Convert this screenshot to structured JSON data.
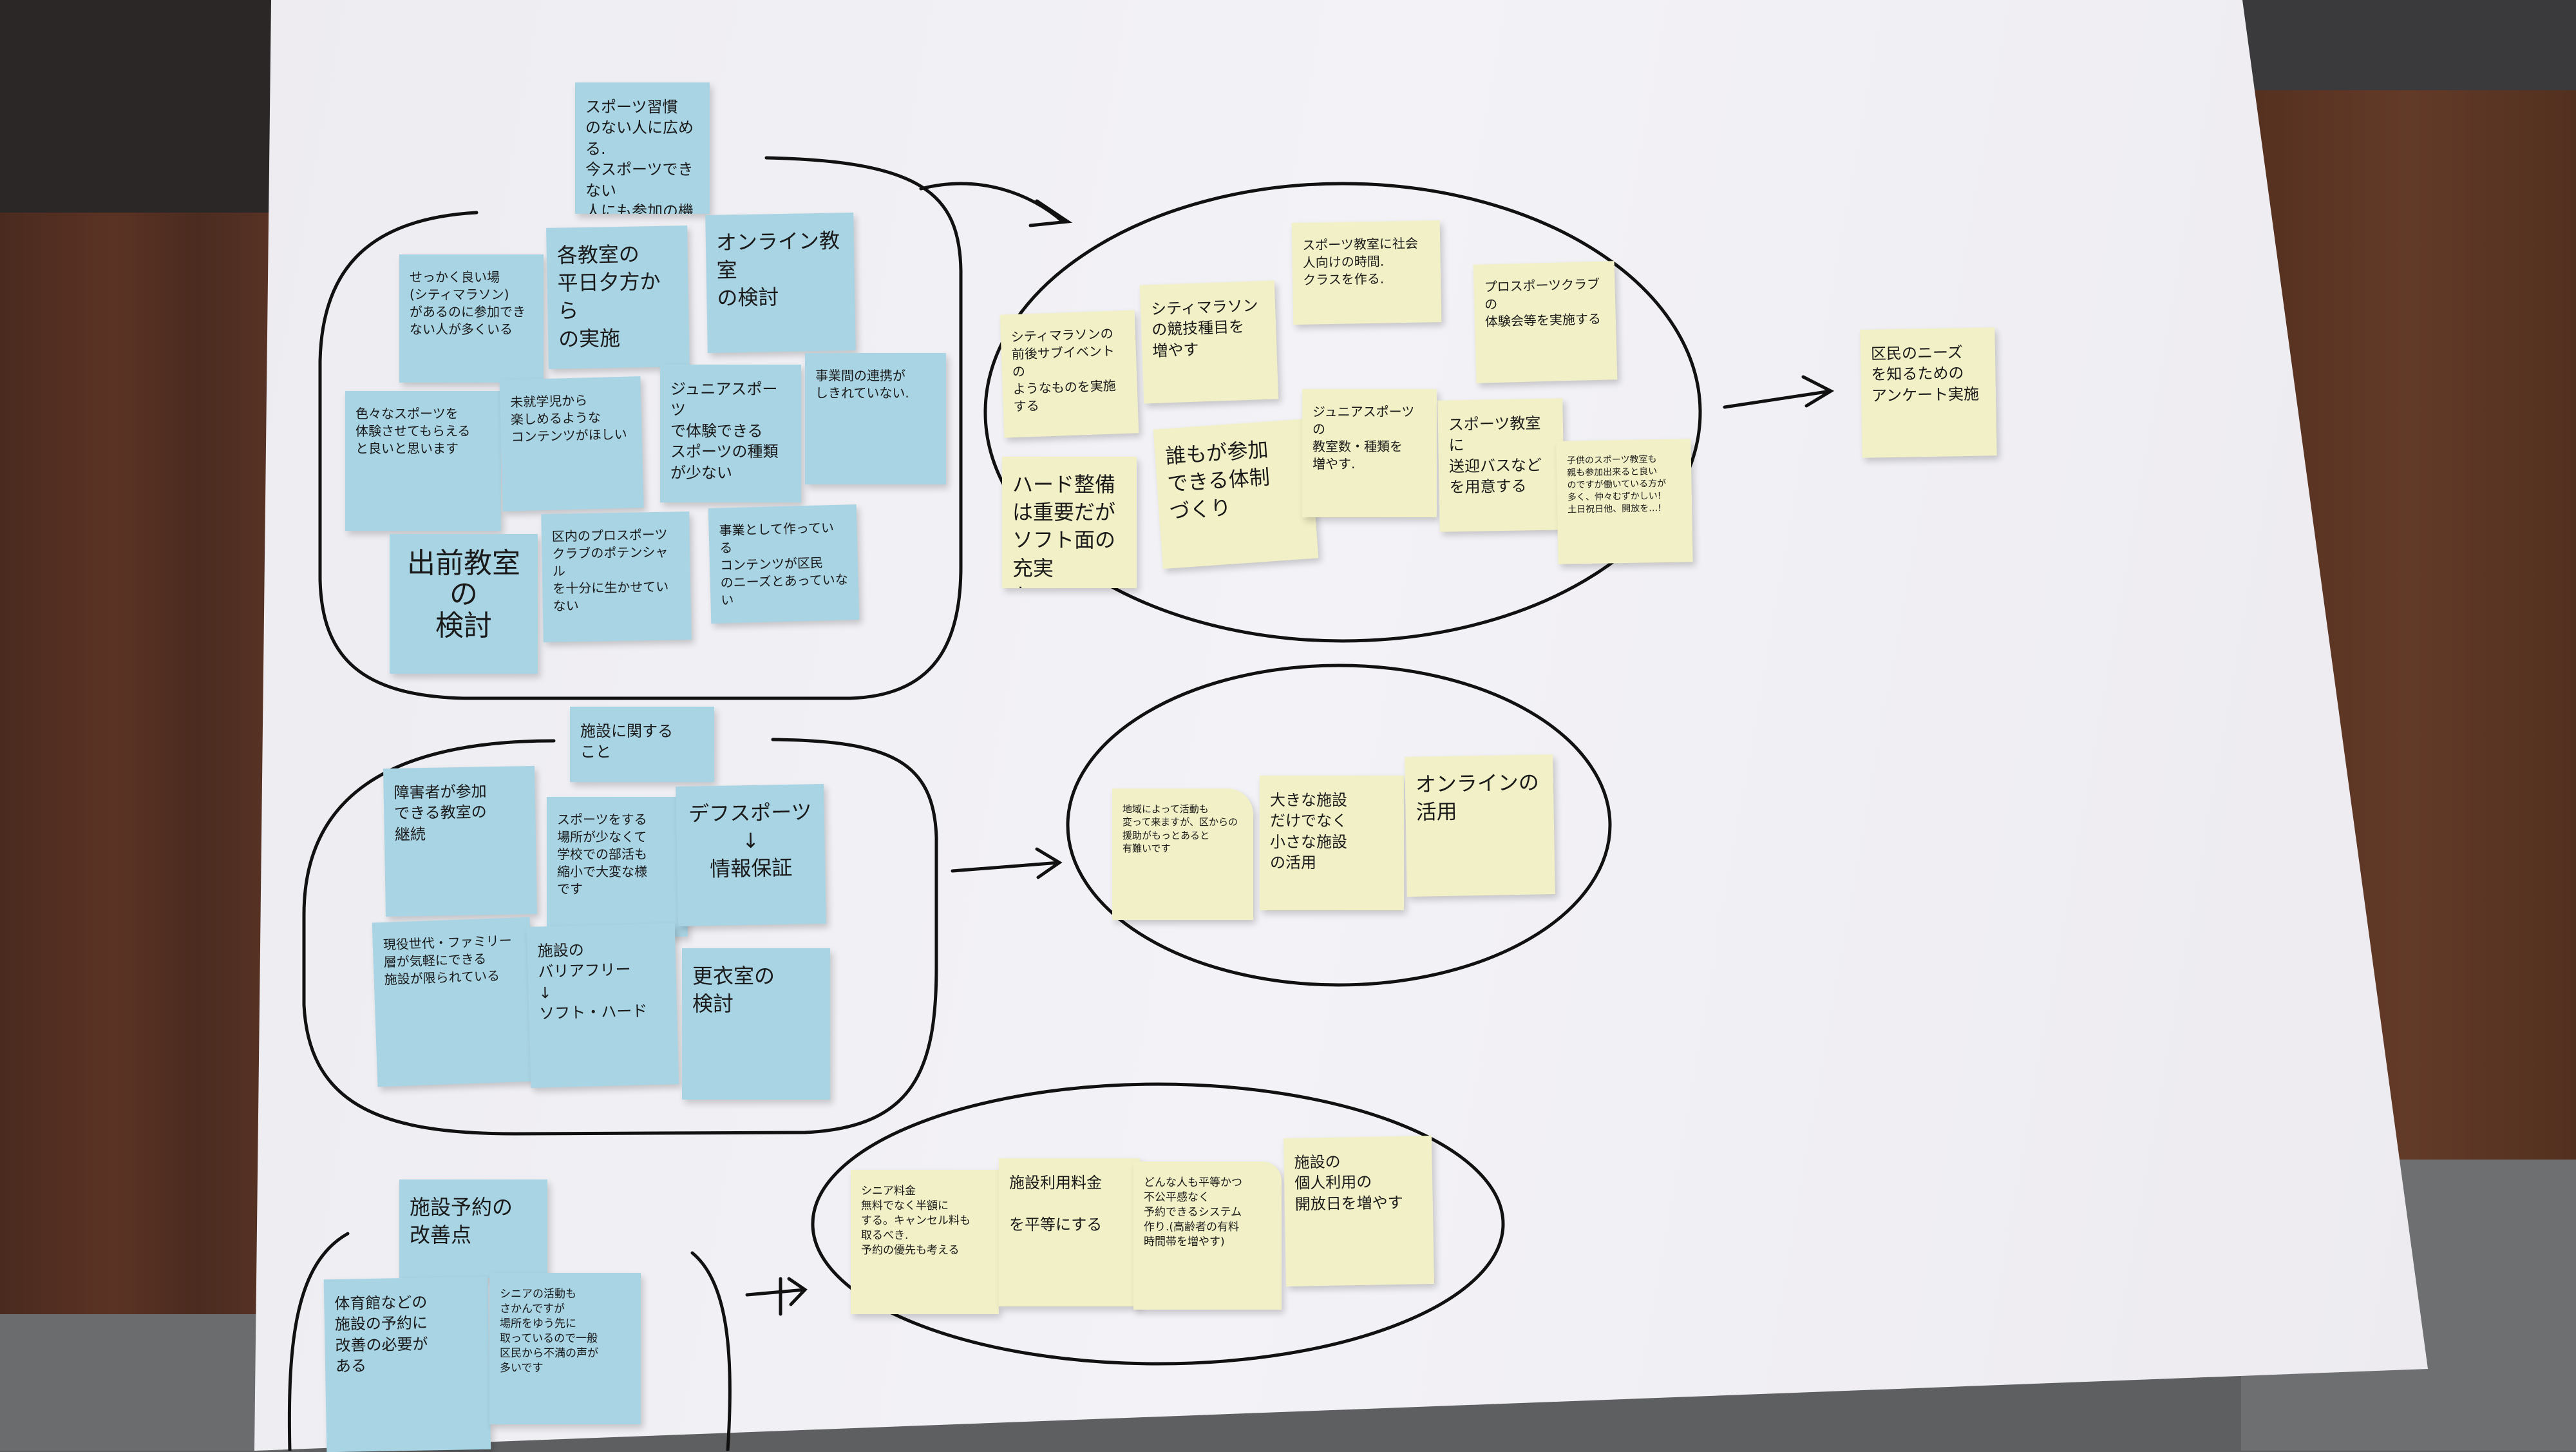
{
  "colors": {
    "blue_note": "#a9d4e4",
    "yellow_note": "#f2f0c6",
    "paper": "#f0eff3",
    "ink": "#1a1a1a",
    "wood": "#5b3324"
  },
  "group1": {
    "header": "スポーツ習慣\nのない人に広める.\n今スポーツできない\n人にも参加の機会\nを作る.",
    "issues": [
      "せっかく良い場\n(シティマラソン)\nがあるのに参加でき\nない人が多くいる",
      "各教室の\n平日夕方から\nの実施",
      "オンライン教室\nの検討",
      "色々なスポーツを\n体験させてもらえる\nと良いと思います",
      "未就学児から\n楽しめるような\nコンテンツがほしい",
      "ジュニアスポーツ\nで体験できる\nスポーツの種類\nが少ない",
      "事業間の連携が\nしきれていない.",
      "出前教室\nの\n検討",
      "区内のプロスポーツ\nクラブのポテンシャル\nを十分に生かせていない",
      "事業として作っている\nコンテンツが区民\nのニーズとあっていない"
    ],
    "ideas": [
      "シティマラソンの\n前後サブイベントの\nようなものを実施する",
      "シティマラソン\nの競技種目を\n増やす",
      "スポーツ教室に社会\n人向けの時間.\nクラスを作る.",
      "プロスポーツクラブの\n体験会等を実施する",
      "ハード整備\nは重要だが\nソフト面の充実\nも……",
      "誰もが参加\nできる体制\nづくり",
      "ジュニアスポーツの\n教室数・種類を\n増やす.",
      "スポーツ教室に\n送迎バスなど\nを用意する",
      "子供のスポーツ教室も\n親も参加出来ると良い\nのですが働いている方が\n多く、仲々むずかしい!\n土日祝日他、開放を…!"
    ]
  },
  "survey": "区民のニーズ\nを知るための\nアンケート実施",
  "group2": {
    "header": "施設に関する\nこと",
    "issues": [
      "障害者が参加\nできる教室の\n継続",
      "スポーツをする\n場所が少なくて\n学校での部活も\n縮小で大変な様\nです",
      "デフスポーツ\n↓\n情報保証",
      "現役世代・ファミリー\n層が気軽にできる\n施設が限られている",
      "施設の\nバリアフリー\n↓\nソフト・ハード",
      "更衣室の\n検討"
    ],
    "ideas": [
      "地域によって活動も\n変って来ますが、区からの\n援助がもっとあると\n有難いです",
      "大きな施設\nだけでなく\n小さな施設\nの活用",
      "オンラインの\n活用"
    ]
  },
  "group3": {
    "header": "施設予約の\n改善点",
    "issues": [
      "体育館などの\n施設の予約に\n改善の必要が\nある",
      "シニアの活動も\nさかんですが\n場所をゆう先に\n取っているので一般\n区民から不満の声が\n多いです"
    ],
    "ideas": [
      "シニア料金\n無料でなく半額に\nする。キャンセル料も\n取るべき.\n予約の優先も考える",
      "施設利用料金\n\nを平等にする",
      "どんな人も平等かつ\n不公平感なく\n予約できるシステム\n作り.(高齢者の有料\n時間帯を増やす)",
      "施設の\n個人利用の\n開放日を増やす"
    ]
  }
}
